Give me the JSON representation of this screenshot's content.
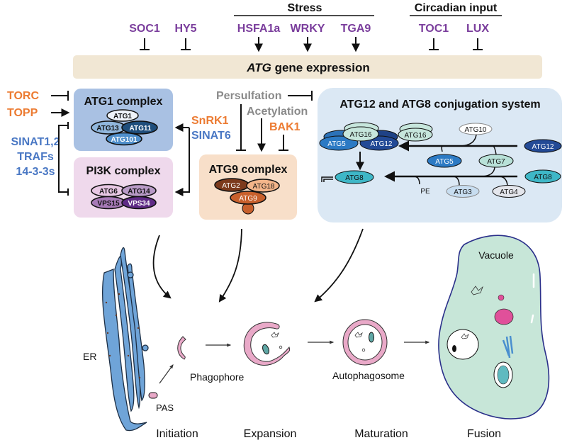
{
  "header": {
    "stress_label": "Stress",
    "circadian_label": "Circadian input",
    "regulators": [
      {
        "name": "SOC1",
        "effect": "inhibit"
      },
      {
        "name": "HY5",
        "effect": "inhibit"
      },
      {
        "name": "HSFA1a",
        "effect": "activate"
      },
      {
        "name": "WRKY",
        "effect": "activate"
      },
      {
        "name": "TGA9",
        "effect": "activate"
      },
      {
        "name": "TOC1",
        "effect": "inhibit"
      },
      {
        "name": "LUX",
        "effect": "inhibit"
      }
    ],
    "banner_italic": "ATG",
    "banner_rest": " gene expression"
  },
  "left_regulators": {
    "torc": "TORC",
    "topp": "TOPP",
    "sinat_lines": [
      "SINAT1,2",
      "TRAFs",
      "14-3-3s"
    ]
  },
  "atg1_complex": {
    "title": "ATG1 complex",
    "proteins": [
      "ATG1",
      "ATG13",
      "ATG11",
      "ATG101"
    ]
  },
  "pi3k_complex": {
    "title": "PI3K complex",
    "proteins": [
      "ATG6",
      "ATG14",
      "VPS15",
      "VPS34"
    ]
  },
  "middle_regulators": {
    "snrk1": "SnRK1",
    "sinat6": "SINAT6",
    "persulfation": "Persulfation",
    "acetylation": "Acetylation",
    "bak1": "BAK1"
  },
  "atg9_complex": {
    "title": "ATG9 complex",
    "proteins": [
      "ATG2",
      "ATG18",
      "ATG9"
    ]
  },
  "conjugation": {
    "title": "ATG12 and ATG8 conjugation system",
    "complex": [
      "ATG16",
      "ATG5",
      "ATG12"
    ],
    "atg16_free": "ATG16",
    "atg10": "ATG10",
    "atg12_in": "ATG12",
    "atg5": "ATG5",
    "atg7": "ATG7",
    "atg8_in": "ATG8",
    "atg8_lipid": "ATG8",
    "pe": "PE",
    "atg3": "ATG3",
    "atg4": "ATG4"
  },
  "process": {
    "er": "ER",
    "pas": "PAS",
    "phagophore": "Phagophore",
    "autophagosome": "Autophagosome",
    "vacuole": "Vacuole",
    "stages": [
      "Initiation",
      "Expansion",
      "Maturation",
      "Fusion"
    ]
  },
  "colors": {
    "regulator_purple": "#7a3d9c",
    "regulator_orange": "#ec7b32",
    "regulator_blue": "#4a78c4",
    "banner": "#f1e7d4",
    "atg1_box": "#a9c1e3",
    "pi3k_box": "#efd9ec",
    "atg9_box": "#f8dfc9",
    "conj_box": "#dbe8f4",
    "vacuole": "#c7e6d8",
    "membrane": "#e9a9c8",
    "er": "#6fa4d8"
  }
}
